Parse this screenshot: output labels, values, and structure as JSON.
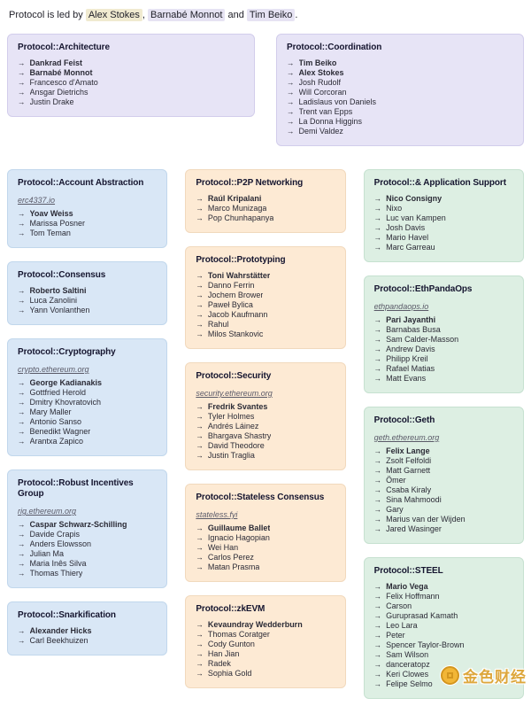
{
  "palette": {
    "purple_bg": "#e7e4f6",
    "purple_border": "#d2cdeb",
    "blue_bg": "#d9e7f6",
    "blue_border": "#c1d7ec",
    "orange_bg": "#fdead4",
    "orange_border": "#f1d9bd",
    "green_bg": "#ddefe3",
    "green_border": "#c6e1d0",
    "highlight_gold": "#f0ead0",
    "highlight_lavender": "#e6e3f3",
    "watermark_gold": "#dda73c"
  },
  "icons": {
    "arrow": "→"
  },
  "header": {
    "prefix": "Protocol is led by",
    "lead1": "Alex Stokes",
    "sep1": ",",
    "lead2": "Barnabé Monnot",
    "sep2": "and",
    "lead3": "Tim Beiko",
    "suffix": "."
  },
  "watermark": {
    "text": "金色财经"
  },
  "groups": {
    "architecture": {
      "title": "Protocol::Architecture",
      "members": [
        {
          "name": "Dankrad Feist",
          "bold": true
        },
        {
          "name": "Barnabé Monnot",
          "bold": true
        },
        {
          "name": "Francesco d'Amato"
        },
        {
          "name": "Ansgar Dietrichs"
        },
        {
          "name": "Justin Drake"
        }
      ]
    },
    "coordination": {
      "title": "Protocol::Coordination",
      "members": [
        {
          "name": "Tim Beiko",
          "bold": true
        },
        {
          "name": "Alex Stokes",
          "bold": true
        },
        {
          "name": "Josh Rudolf"
        },
        {
          "name": "Will Corcoran"
        },
        {
          "name": "Ladislaus von Daniels"
        },
        {
          "name": "Trent van Epps"
        },
        {
          "name": "La Donna Higgins"
        },
        {
          "name": "Demi Valdez"
        }
      ]
    },
    "account_abstraction": {
      "title": "Protocol::Account Abstraction",
      "link": "erc4337.io",
      "members": [
        {
          "name": "Yoav Weiss",
          "bold": true
        },
        {
          "name": "Marissa Posner"
        },
        {
          "name": "Tom Teman"
        }
      ]
    },
    "consensus": {
      "title": "Protocol::Consensus",
      "members": [
        {
          "name": "Roberto Saltini",
          "bold": true
        },
        {
          "name": "Luca Zanolini"
        },
        {
          "name": "Yann Vonlanthen"
        }
      ]
    },
    "cryptography": {
      "title": "Protocol::Cryptography",
      "link": "crypto.ethereum.org",
      "members": [
        {
          "name": "George Kadianakis",
          "bold": true
        },
        {
          "name": "Gottfried Herold"
        },
        {
          "name": "Dmitry Khovratovich"
        },
        {
          "name": "Mary Maller"
        },
        {
          "name": "Antonio Sanso"
        },
        {
          "name": "Benedikt Wagner"
        },
        {
          "name": "Arantxa Zapico"
        }
      ]
    },
    "rig": {
      "title": "Protocol::Robust Incentives Group",
      "link": "rig.ethereum.org",
      "members": [
        {
          "name": "Caspar Schwarz-Schilling",
          "bold": true
        },
        {
          "name": "Davide Crapis"
        },
        {
          "name": "Anders Elowsson"
        },
        {
          "name": "Julian Ma"
        },
        {
          "name": "Maria Inês Silva"
        },
        {
          "name": "Thomas Thiery"
        }
      ]
    },
    "snarkification": {
      "title": "Protocol::Snarkification",
      "members": [
        {
          "name": "Alexander Hicks",
          "bold": true
        },
        {
          "name": "Carl Beekhuizen"
        }
      ]
    },
    "p2p": {
      "title": "Protocol::P2P Networking",
      "members": [
        {
          "name": "Raúl Kripalani",
          "bold": true
        },
        {
          "name": "Marco Munizaga"
        },
        {
          "name": "Pop Chunhapanya"
        }
      ]
    },
    "prototyping": {
      "title": "Protocol::Prototyping",
      "members": [
        {
          "name": "Toni Wahrstätter",
          "bold": true
        },
        {
          "name": "Danno Ferrin"
        },
        {
          "name": "Jochem Brower"
        },
        {
          "name": "Paweł Bylica"
        },
        {
          "name": "Jacob Kaufmann"
        },
        {
          "name": "Rahul"
        },
        {
          "name": "Milos Stankovic"
        }
      ]
    },
    "security": {
      "title": "Protocol::Security",
      "link": "security.ethereum.org",
      "members": [
        {
          "name": "Fredrik Svantes",
          "bold": true
        },
        {
          "name": "Tyler Holmes"
        },
        {
          "name": "Andrés Láinez"
        },
        {
          "name": "Bhargava Shastry"
        },
        {
          "name": "David Theodore"
        },
        {
          "name": "Justin Traglia"
        }
      ]
    },
    "stateless": {
      "title": "Protocol::Stateless Consensus",
      "link": "stateless.fyi",
      "members": [
        {
          "name": "Guillaume Ballet",
          "bold": true
        },
        {
          "name": "Ignacio Hagopian"
        },
        {
          "name": "Wei Han"
        },
        {
          "name": "Carlos Perez"
        },
        {
          "name": "Matan Prasma"
        }
      ]
    },
    "zkevm": {
      "title": "Protocol::zkEVM",
      "members": [
        {
          "name": "Kevaundray Wedderburn",
          "bold": true
        },
        {
          "name": "Thomas Coratger"
        },
        {
          "name": "Cody Gunton"
        },
        {
          "name": "Han Jian"
        },
        {
          "name": "Radek"
        },
        {
          "name": "Sophia Gold"
        }
      ]
    },
    "app_support": {
      "title": "Protocol::& Application Support",
      "members": [
        {
          "name": "Nico Consigny",
          "bold": true
        },
        {
          "name": "Nixo"
        },
        {
          "name": "Luc van Kampen"
        },
        {
          "name": "Josh Davis"
        },
        {
          "name": "Mario Havel"
        },
        {
          "name": "Marc Garreau"
        }
      ]
    },
    "ethpandaops": {
      "title": "Protocol::EthPandaOps",
      "link": "ethpandaops.io",
      "members": [
        {
          "name": "Pari Jayanthi",
          "bold": true
        },
        {
          "name": "Barnabas Busa"
        },
        {
          "name": "Sam Calder-Masson"
        },
        {
          "name": "Andrew Davis"
        },
        {
          "name": "Philipp Kreil"
        },
        {
          "name": "Rafael Matias"
        },
        {
          "name": "Matt Evans"
        }
      ]
    },
    "geth": {
      "title": "Protocol::Geth",
      "link": "geth.ethereum.org",
      "members": [
        {
          "name": "Felix Lange",
          "bold": true
        },
        {
          "name": "Zsolt Felfoldi"
        },
        {
          "name": "Matt Garnett"
        },
        {
          "name": "Ömer"
        },
        {
          "name": "Csaba Kiraly"
        },
        {
          "name": "Sina Mahmoodi"
        },
        {
          "name": "Gary"
        },
        {
          "name": "Marius van der Wijden"
        },
        {
          "name": "Jared Wasinger"
        }
      ]
    },
    "steel": {
      "title": "Protocol::STEEL",
      "members": [
        {
          "name": "Mario Vega",
          "bold": true
        },
        {
          "name": "Felix Hoffmann"
        },
        {
          "name": "Carson"
        },
        {
          "name": "Guruprasad Kamath"
        },
        {
          "name": "Leo Lara"
        },
        {
          "name": "Peter"
        },
        {
          "name": "Spencer Taylor-Brown"
        },
        {
          "name": "Sam Wilson"
        },
        {
          "name": "danceratopz"
        },
        {
          "name": "Keri Clowes"
        },
        {
          "name": "Felipe Selmo"
        }
      ]
    }
  }
}
